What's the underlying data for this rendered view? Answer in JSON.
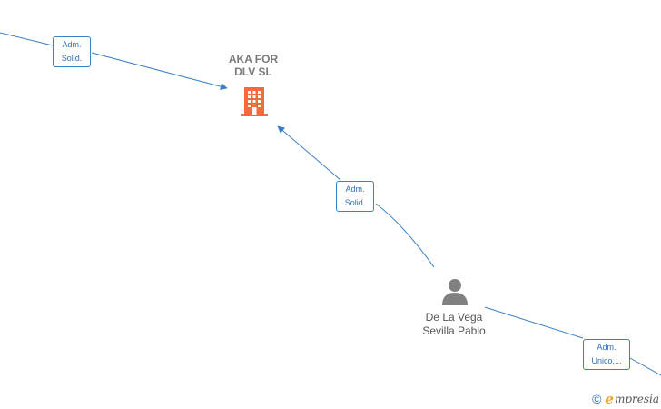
{
  "company": {
    "name_line1": "AKA FOR",
    "name_line2": "DLV  SL",
    "icon": "building-icon",
    "icon_color": "#f26b3a"
  },
  "person": {
    "name_line1": "De La Vega",
    "name_line2": "Sevilla Pablo",
    "icon": "person-icon",
    "icon_color": "#808080"
  },
  "edges": [
    {
      "label_line1": "Adm.",
      "label_line2": "Solid."
    },
    {
      "label_line1": "Adm.",
      "label_line2": "Solid."
    },
    {
      "label_line1": "Adm.",
      "label_line2": "Unico,..."
    }
  ],
  "watermark": {
    "copyright": "©",
    "brand_initial": "e",
    "brand_rest": "mpresia"
  },
  "colors": {
    "edge": "#3b7fc4",
    "label_text": "#2f6fb4"
  }
}
